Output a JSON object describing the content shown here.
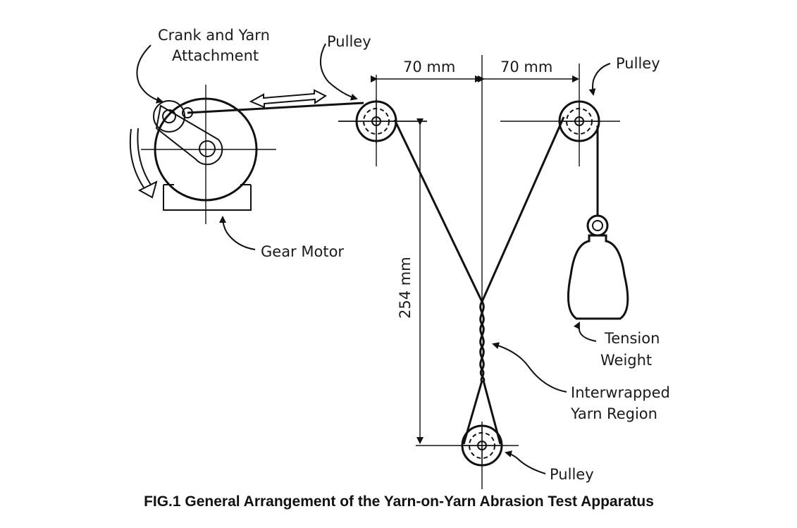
{
  "labels": {
    "crank_line1": "Crank and Yarn",
    "crank_line2": "Attachment",
    "pulley_left": "Pulley",
    "pulley_right": "Pulley",
    "pulley_bottom": "Pulley",
    "dim_left": "70 mm",
    "dim_right": "70 mm",
    "dim_vertical": "254 mm",
    "gear_motor": "Gear Motor",
    "tension_line1": "Tension",
    "tension_line2": "Weight",
    "interwrap_line1": "Interwrapped",
    "interwrap_line2": "Yarn Region"
  },
  "caption": "FIG.1 General Arrangement of the Yarn-on-Yarn Abrasion Test Apparatus",
  "colors": {
    "ink": "#111111",
    "background": "#ffffff"
  }
}
